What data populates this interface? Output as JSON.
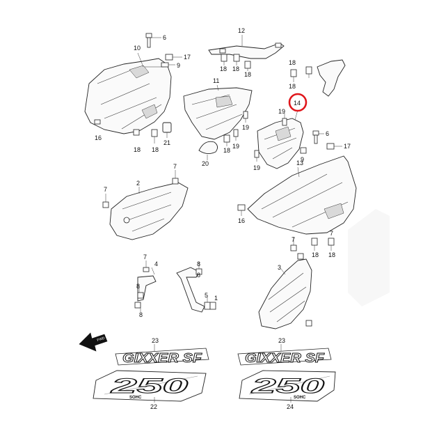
{
  "callouts": {
    "n1": "1",
    "n2": "2",
    "n3": "3",
    "n4": "4",
    "n5": "5",
    "n6": "6",
    "n7": "7",
    "n8": "8",
    "n9": "9",
    "n10": "10",
    "n11": "11",
    "n12": "12",
    "n13": "13",
    "n14": "14",
    "n16": "16",
    "n17": "17",
    "n18": "18",
    "n19": "19",
    "n20": "20",
    "n21": "21",
    "n22": "22",
    "n23": "23",
    "n24": "24"
  },
  "highlight": {
    "part": "14",
    "color": "#e0161b"
  },
  "fwd_arrow": {
    "label": "FWD"
  },
  "decals": {
    "gixxer_text": "GIXXER SF",
    "cc_text": "250",
    "subtext": "SOHC"
  },
  "colors": {
    "line": "#222222",
    "shade": "#d9d9d9"
  }
}
